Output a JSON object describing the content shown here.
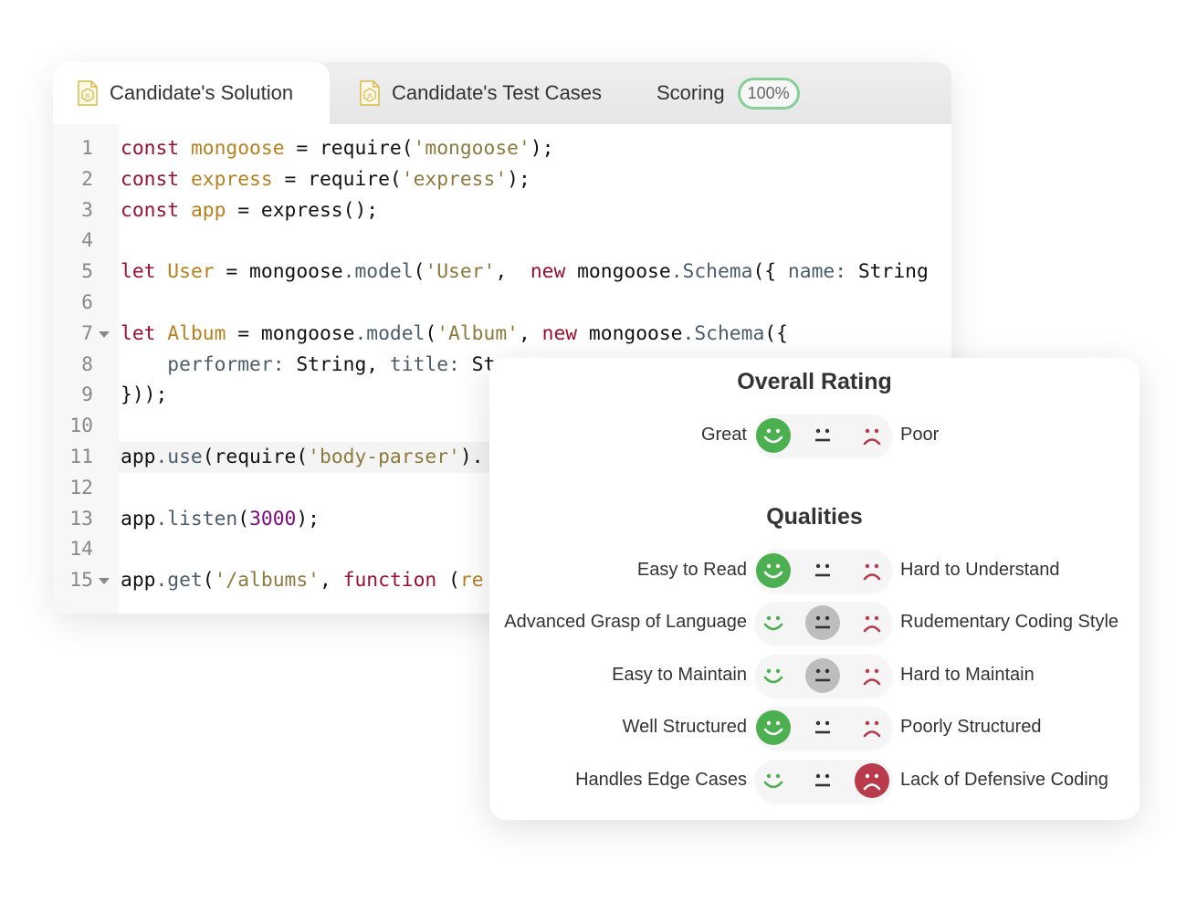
{
  "tabs": [
    {
      "label": "Candidate's Solution",
      "icon": "js-file-icon",
      "active": true
    },
    {
      "label": "Candidate's Test Cases",
      "icon": "js-file-icon",
      "active": false
    },
    {
      "label": "Scoring",
      "badge": "100%",
      "active": false
    }
  ],
  "code": [
    {
      "n": "1",
      "tokens": [
        [
          "kw",
          "const"
        ],
        [
          "plain",
          " "
        ],
        [
          "var",
          "mongoose"
        ],
        [
          "plain",
          " = require("
        ],
        [
          "str",
          "'mongoose'"
        ],
        [
          "plain",
          ");"
        ]
      ]
    },
    {
      "n": "2",
      "tokens": [
        [
          "kw",
          "const"
        ],
        [
          "plain",
          " "
        ],
        [
          "var",
          "express"
        ],
        [
          "plain",
          " = require("
        ],
        [
          "str",
          "'express'"
        ],
        [
          "plain",
          ");"
        ]
      ]
    },
    {
      "n": "3",
      "tokens": [
        [
          "kw",
          "const"
        ],
        [
          "plain",
          " "
        ],
        [
          "var",
          "app"
        ],
        [
          "plain",
          " = express();"
        ]
      ]
    },
    {
      "n": "4",
      "tokens": []
    },
    {
      "n": "5",
      "tokens": [
        [
          "kw",
          "let"
        ],
        [
          "plain",
          " "
        ],
        [
          "var",
          "User"
        ],
        [
          "plain",
          " = mongoose"
        ],
        [
          "method",
          ".model"
        ],
        [
          "plain",
          "("
        ],
        [
          "str",
          "'User'"
        ],
        [
          "plain",
          ",  "
        ],
        [
          "kw",
          "new"
        ],
        [
          "plain",
          " mongoose"
        ],
        [
          "method",
          ".Schema"
        ],
        [
          "plain",
          "({ "
        ],
        [
          "prop",
          "name:"
        ],
        [
          "plain",
          " String"
        ]
      ]
    },
    {
      "n": "6",
      "tokens": []
    },
    {
      "n": "7",
      "fold": true,
      "tokens": [
        [
          "kw",
          "let"
        ],
        [
          "plain",
          " "
        ],
        [
          "var",
          "Album"
        ],
        [
          "plain",
          " = mongoose"
        ],
        [
          "method",
          ".model"
        ],
        [
          "plain",
          "("
        ],
        [
          "str",
          "'Album'"
        ],
        [
          "plain",
          ", "
        ],
        [
          "kw",
          "new"
        ],
        [
          "plain",
          " mongoose"
        ],
        [
          "method",
          ".Schema"
        ],
        [
          "plain",
          "({"
        ]
      ]
    },
    {
      "n": "8",
      "tokens": [
        [
          "plain",
          "    "
        ],
        [
          "prop",
          "performer:"
        ],
        [
          "plain",
          " String, "
        ],
        [
          "prop",
          "title:"
        ],
        [
          "plain",
          " St"
        ]
      ]
    },
    {
      "n": "9",
      "tokens": [
        [
          "plain",
          "}));"
        ]
      ]
    },
    {
      "n": "10",
      "tokens": []
    },
    {
      "n": "11",
      "highlight": true,
      "tokens": [
        [
          "plain",
          "app"
        ],
        [
          "method",
          ".use"
        ],
        [
          "plain",
          "(require("
        ],
        [
          "str",
          "'body-parser'"
        ],
        [
          "plain",
          ")."
        ]
      ]
    },
    {
      "n": "12",
      "tokens": []
    },
    {
      "n": "13",
      "tokens": [
        [
          "plain",
          "app"
        ],
        [
          "method",
          ".listen"
        ],
        [
          "plain",
          "("
        ],
        [
          "num",
          "3000"
        ],
        [
          "plain",
          ");"
        ]
      ]
    },
    {
      "n": "14",
      "tokens": []
    },
    {
      "n": "15",
      "fold": true,
      "tokens": [
        [
          "plain",
          "app"
        ],
        [
          "method",
          ".get"
        ],
        [
          "plain",
          "("
        ],
        [
          "str",
          "'/albums'"
        ],
        [
          "plain",
          ", "
        ],
        [
          "kw",
          "function"
        ],
        [
          "plain",
          " ("
        ],
        [
          "var",
          "re"
        ]
      ]
    }
  ],
  "rating": {
    "overall_title": "Overall Rating",
    "overall": {
      "left": "Great",
      "right": "Poor",
      "selected": "good"
    },
    "qualities_title": "Qualities",
    "qualities": [
      {
        "left": "Easy to Read",
        "right": "Hard to Understand",
        "selected": "good"
      },
      {
        "left": "Advanced Grasp of Language",
        "right": "Rudementary Coding Style",
        "selected": "neutral"
      },
      {
        "left": "Easy to Maintain",
        "right": "Hard to Maintain",
        "selected": "neutral"
      },
      {
        "left": "Well Structured",
        "right": "Poorly Structured",
        "selected": "good"
      },
      {
        "left": "Handles Edge Cases",
        "right": "Lack of Defensive Coding",
        "selected": "bad"
      }
    ]
  },
  "colors": {
    "good": "#4caf50",
    "neutral": "#bdbdbd",
    "bad": "#b83a4b",
    "badge_border": "#86cf96"
  }
}
